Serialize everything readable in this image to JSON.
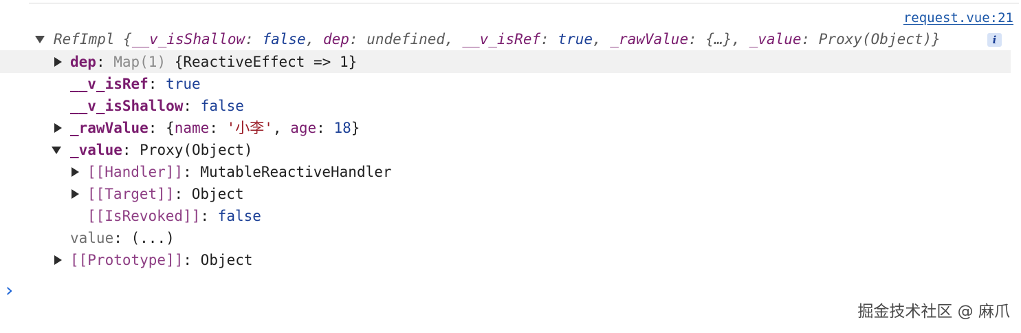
{
  "source_link": "request.vue:21",
  "summary": {
    "class_name": "RefImpl",
    "open": " {",
    "p1_key": "__v_isShallow",
    "p1_val": "false",
    "p2_key": "dep",
    "p2_val": "undefined",
    "p3_key": "__v_isRef",
    "p3_val": "true",
    "p4_key": "_rawValue",
    "p4_val": "{…}",
    "p5_key": "_value",
    "p5_val": "Proxy(Object)",
    "close": "}",
    "colon": ": ",
    "comma": ", "
  },
  "info_badge": "i",
  "rows": {
    "dep": {
      "key": "dep",
      "type": "Map(1)",
      "preview": "{ReactiveEffect => 1}"
    },
    "v_isRef": {
      "key": "__v_isRef",
      "value": "true"
    },
    "v_isShallow": {
      "key": "__v_isShallow",
      "value": "false"
    },
    "rawValue": {
      "key": "_rawValue",
      "open": "{",
      "name_key": "name",
      "name_val": "'小李'",
      "age_key": "age",
      "age_val": "18",
      "close": "}"
    },
    "value": {
      "key": "_value",
      "preview": "Proxy(Object)"
    },
    "handler": {
      "key": "[[Handler]]",
      "value": "MutableReactiveHandler"
    },
    "target": {
      "key": "[[Target]]",
      "value": "Object"
    },
    "isRevoked": {
      "key": "[[IsRevoked]]",
      "value": "false"
    },
    "value_getter": {
      "key": "value",
      "value": "(...)"
    },
    "prototype": {
      "key": "[[Prototype]]",
      "value": "Object"
    }
  },
  "prompt_chevron": "›",
  "watermark": "掘金技术社区 @ 麻爪"
}
